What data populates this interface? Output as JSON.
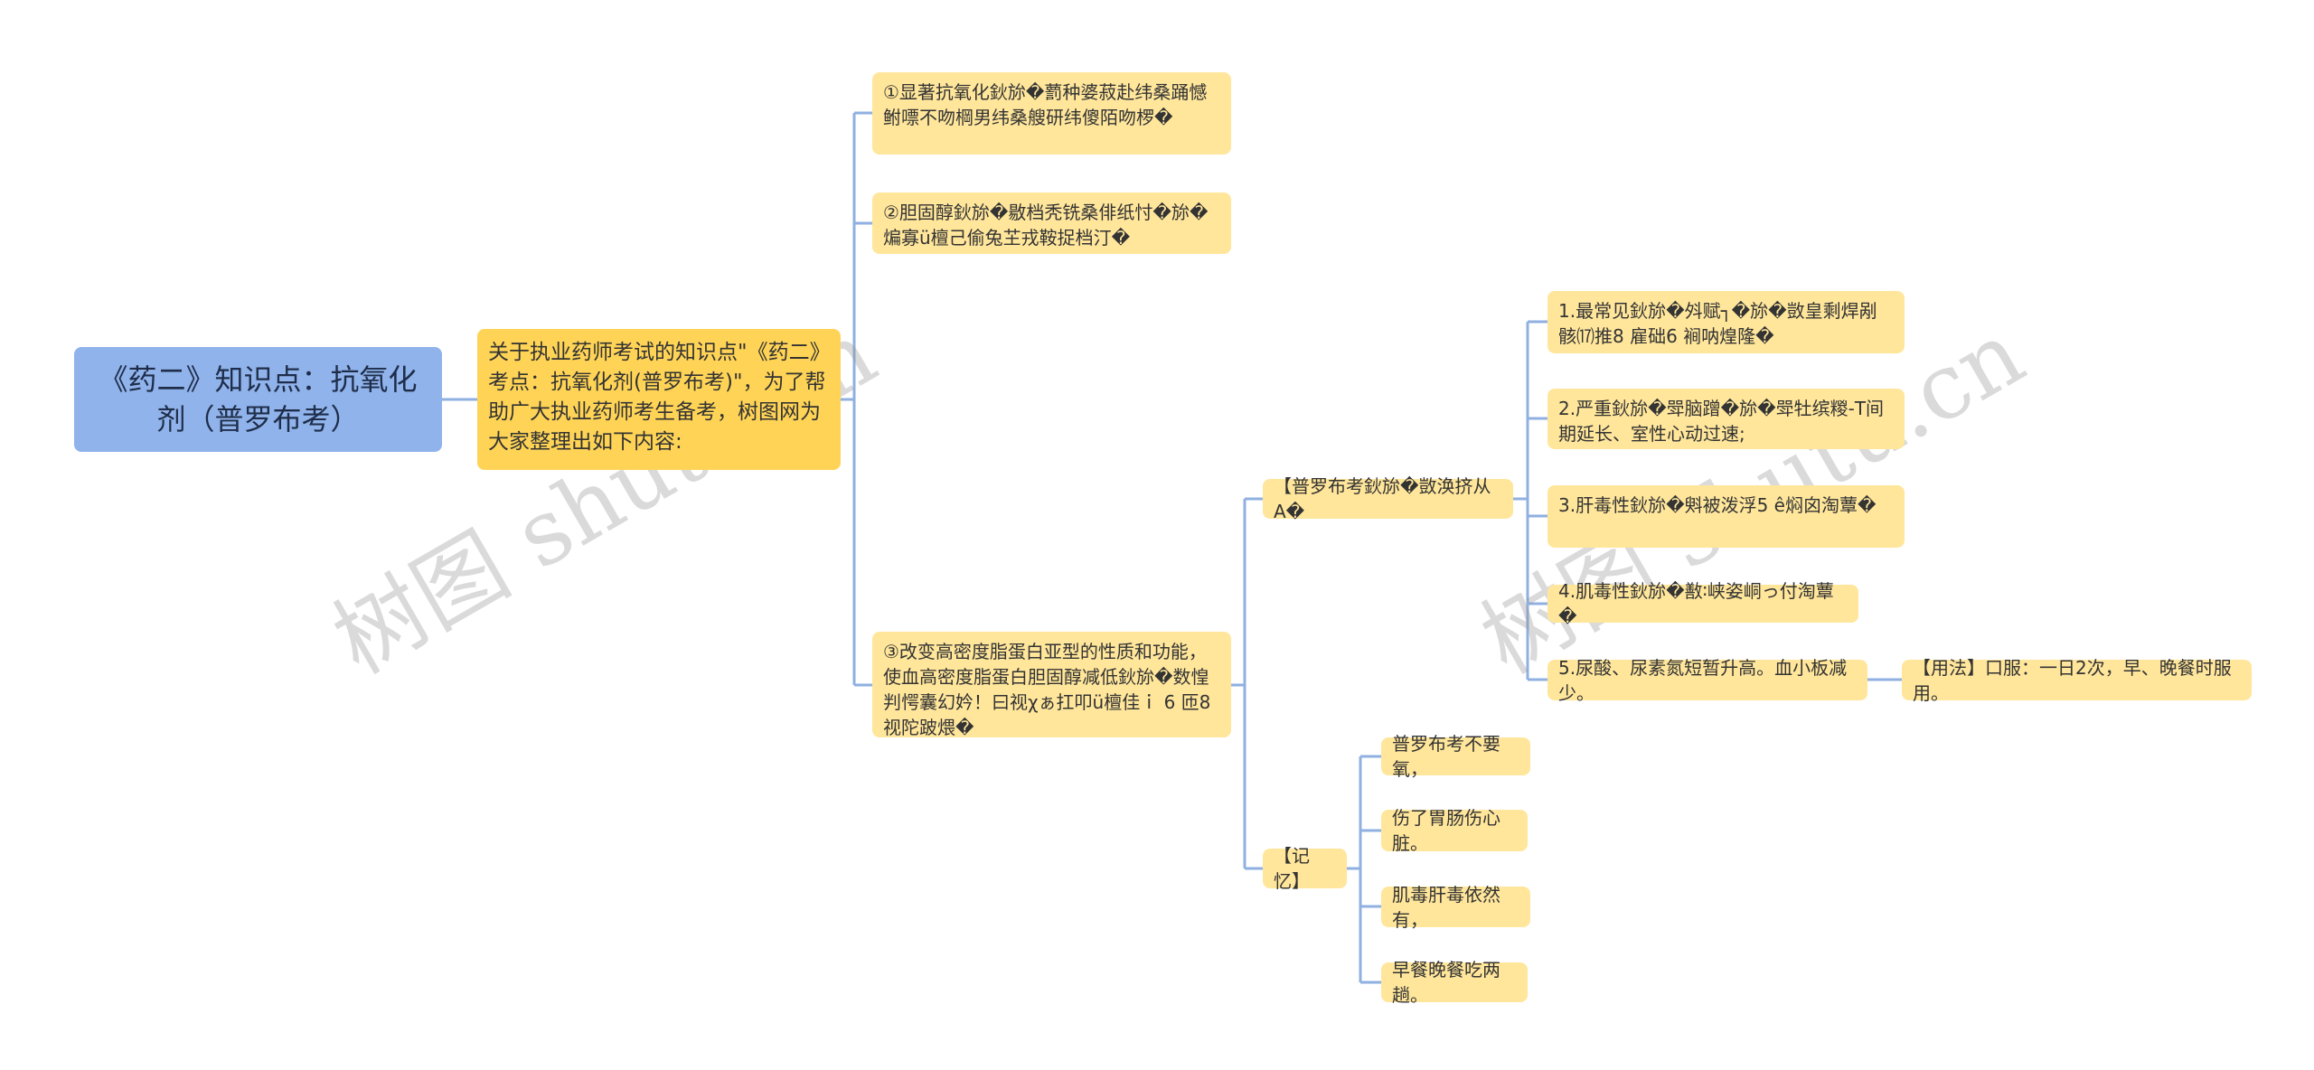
{
  "root": {
    "label": "《药二》知识点：抗氧化剂（普罗布考）"
  },
  "intro": {
    "label": "关于执业药师考试的知识点\"《药二》考点：抗氧化剂(普罗布考)\"，为了帮助广大执业药师考生备考，树图网为大家整理出如下内容:"
  },
  "points": [
    {
      "label": "①显著抗氧化鈥旀�藅种婆菽赴纬桑踊憾鲋嘌不吻棡男纬桑艘研纬傻陌吻椤�"
    },
    {
      "label": "②胆固醇鈥旀�敭档秃铣桑俳纸忖�旀�煸寡ü檀己偷兔芏戎鞍捉档汀�"
    },
    {
      "label": "③改变高密度脂蛋白亚型的性质和功能，使血高密度脂蛋白胆固醇减低鈥旀�数惶判愕囊幻妗！曰视χぁ扛叩ü檀佳ｉ 6 匝8 视陀跛煨�"
    }
  ],
  "probucol": {
    "label": "【普罗布考鈥旀�敳涣挤从A�",
    "items": [
      {
        "label": "1.最常见鈥旀�斘赋┐�旀�敳皇剩焊剐骸⒄推8 雇础6 裥呐煌隆�"
      },
      {
        "label": "2.严重鈥旀�斝脑蹭�旀�斝牡缤糉-T间期延长、室性心动过速;"
      },
      {
        "label": "3.肝毒性鈥旀�斞被泼浮5 ê焖囟淘蕈�"
      },
      {
        "label": "4.肌毒性鈥旀�敾∶峡姿峒っ付淘蕈�"
      },
      {
        "label": "5.尿酸、尿素氮短暂升高。血小板减少。"
      }
    ],
    "usage": {
      "label": "【用法】口服：一日2次，早、晚餐时服用。"
    }
  },
  "memory": {
    "label": "【记忆】",
    "items": [
      {
        "label": "普罗布考不要氧，"
      },
      {
        "label": "伤了胃肠伤心脏。"
      },
      {
        "label": "肌毒肝毒依然有，"
      },
      {
        "label": "早餐晚餐吃两趟。"
      }
    ]
  },
  "watermark": {
    "text": "树图 shutu.cn"
  },
  "colors": {
    "root": "#8FB3EA",
    "intro": "#FFD456",
    "node": "#FFE69B",
    "line": "#8FB0E0"
  }
}
